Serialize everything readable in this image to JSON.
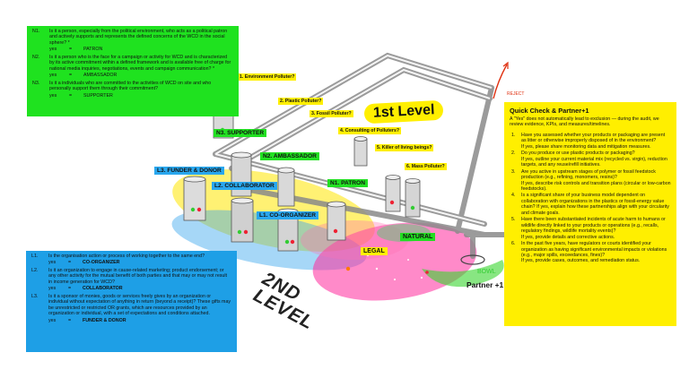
{
  "green_panel": {
    "items": [
      {
        "code": "N1.",
        "text": "Is it a person, especially from the political environment, who acts as a political patron and actively supports and represents the defined concerns of the WCD in the social sphere? *",
        "yes": "yes",
        "eq": "=",
        "answer": "PATRON"
      },
      {
        "code": "N2.",
        "text": "Is it a person who is the face for a campaign or activity for WCD and is characterized by its active commitment within a defined framework and is available free of charge for national media inquiries, negotiations, events and campaign communication? *",
        "yes": "yes",
        "eq": "=",
        "answer": "AMBASSADOR"
      },
      {
        "code": "N3.",
        "text": "Is it a individuals who are committed to the activities of WCD on site and who personally support them through their commitment?",
        "yes": "yes",
        "eq": "=",
        "answer": "SUPPORTER"
      }
    ]
  },
  "blue_panel": {
    "items": [
      {
        "code": "L1.",
        "text": "Is the organisation action or process of working together to the same end?",
        "yes": "yes",
        "eq": "=",
        "answer": "CO-ORGANIZER"
      },
      {
        "code": "L2.",
        "text": "Is it an organization to engage in cause-related marketing; product endorsement; or any other activity for the mutual benefit of both parties and that may or may not result in income generation for WCD?",
        "yes": "yes",
        "eq": "=",
        "answer": "COLLABORATOR"
      },
      {
        "code": "L3.",
        "text": "Is it a sponsor of monies, goods or services freely gives by an organization or individual without expectation of anything in return (beyond a receipt)? These gifts may be unrestricted or restricted OR grants, which are resources provided by an organization or individual, with a set of expectations and conditions attached.",
        "yes": "yes",
        "eq": "=",
        "answer": "FUNDER & DONOR"
      }
    ]
  },
  "quick_check": {
    "title": "Quick Check & Partner+1",
    "intro": "A \"Yes\" does not automatically lead to exclusion — during the audit, we review evidence, KPIs, and measures/timelines.",
    "items": [
      {
        "num": "1.",
        "q": "Have you assessed whether your products or packaging are present as litter or otherwise improperly disposed of in the environment?",
        "f": "If yes, please share monitoring data and mitigation measures."
      },
      {
        "num": "2.",
        "q": "Do you produce or use plastic products or packaging?",
        "f": "If yes, outline your current material mix (recycled vs. virgin), reduction targets, and any reuse/refill initiatives."
      },
      {
        "num": "3.",
        "q": "Are you active in upstream stages of polymer or fossil feedstock production (e.g., refining, monomers, resins)?",
        "f": "If yes, describe risk controls and transition plans (circular or low-carbon feedstocks)."
      },
      {
        "num": "4.",
        "q": "Is a significant share of your business model dependent on collaboration with organizations in the plastics or fossil-energy value chain? If yes, explain how these partnerships align with your circularity and climate goals.",
        "f": ""
      },
      {
        "num": "5.",
        "q": "Have there been substantiated incidents of acute harm to humans or wildlife directly linked to your products or operations (e.g., recalls, regulatory findings, wildlife mortality events)?",
        "f": "If yes, provide details and corrective actions."
      },
      {
        "num": "6.",
        "q": "In the past five years, have regulators or courts identified your organization as having significant environmental impacts or violations (e.g., major spills, exceedances, fines)?",
        "f": "If yes, provide cases, outcomes, and remediation status."
      }
    ]
  },
  "diagram": {
    "level1": "1st Level",
    "level2": "2ND LEVEL",
    "partner": "Partner +1",
    "bowl": "BOWL",
    "natural": "NATURAL",
    "legal": "LEGAL",
    "reject": "REJECT",
    "checks": [
      "1. Environment Polluter?",
      "2. Plastic Polluter?",
      "3. Fossil Polluter?",
      "4. Consulting of Polluters?",
      "5. Killer of living beings?",
      "6. Mass Polluter?"
    ],
    "tags": {
      "n3": "N3. SUPPORTER",
      "n2": "N2. AMBASSADOR",
      "n1": "N1. PATRON",
      "l3": "L3. FUNDER & DONOR",
      "l2": "L2. COLLABORATOR",
      "l1": "L1. CO-ORGANIZER"
    }
  }
}
